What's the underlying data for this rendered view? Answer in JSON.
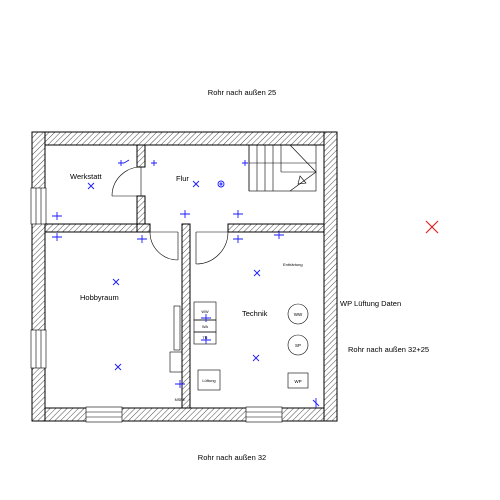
{
  "annotations": {
    "top": "Rohr nach außen 25",
    "bottom": "Rohr nach außen 32",
    "right_vent": "WP Lüftung Daten",
    "right_pipe": "Rohr nach außen 32+25"
  },
  "rooms": {
    "werkstatt": "Werkstatt",
    "flur": "Flur",
    "hobbyraum": "Hobbyraum",
    "technik": "Technik"
  },
  "equipment": {
    "enthaertung": "Enthärtung",
    "ww": "WW",
    "sp": "SP",
    "wp": "WP",
    "ww_small": "WW",
    "wa": "WA",
    "tr": "TR",
    "lueftung": "Lüftung",
    "mspe": "MSPE"
  },
  "colors": {
    "electrical": "#1a1aff",
    "marker": "#e02020",
    "walls": "#000000"
  }
}
